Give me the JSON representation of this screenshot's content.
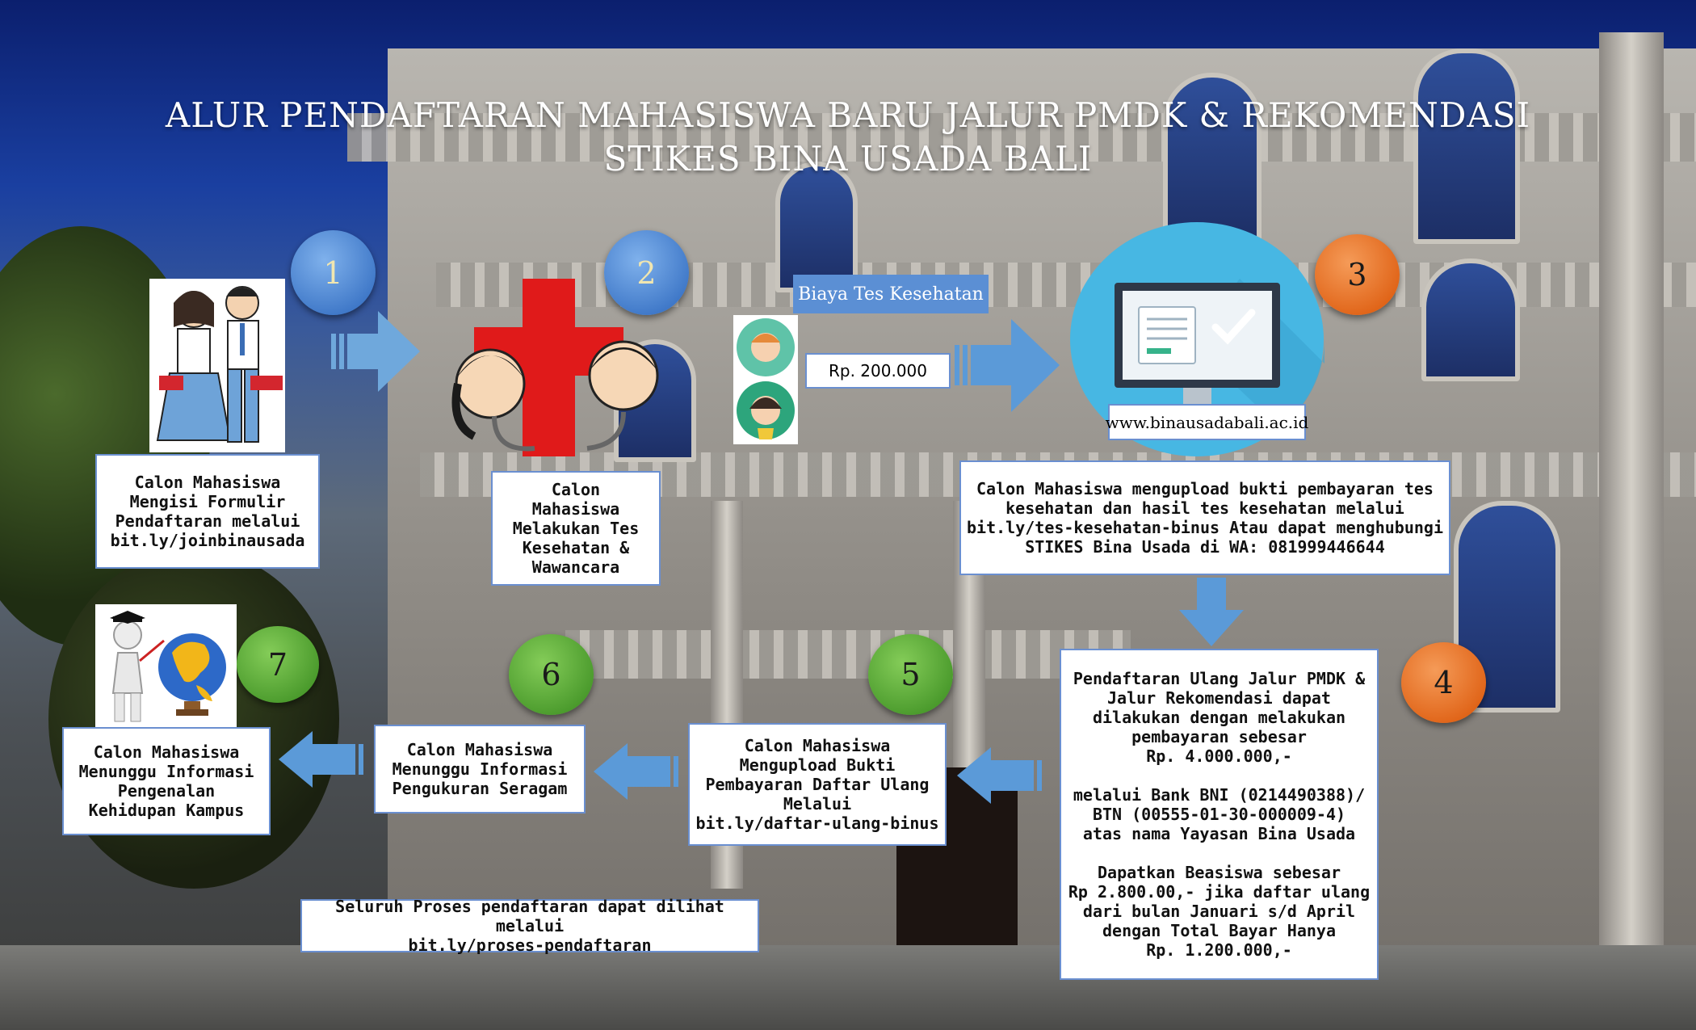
{
  "title": {
    "line1": "ALUR PENDAFTARAN MAHASISWA BARU JALUR PMDK & REKOMENDASI",
    "line2": "STIKES BINA USADA BALI"
  },
  "steps": [
    {
      "number": "1",
      "text": "Calon Mahasiswa\nMengisi Formulir\nPendaftaran melalui\nbit.ly/joinbinausada"
    },
    {
      "number": "2",
      "text": "Calon\nMahasiswa\nMelakukan Tes\nKesehatan &\nWawancara"
    },
    {
      "number": "3",
      "text": "Calon Mahasiswa mengupload bukti pembayaran tes\nkesehatan dan hasil tes kesehatan melalui\nbit.ly/tes-kesehatan-binus Atau dapat menghubungi\nSTIKES Bina Usada di WA: 081999446644"
    },
    {
      "number": "4",
      "text": "Pendaftaran Ulang Jalur PMDK &\nJalur Rekomendasi dapat\ndilakukan dengan melakukan\npembayaran sebesar\nRp. 4.000.000,-\n\nmelalui Bank BNI (0214490388)/\nBTN (00555-01-30-000009-4)\natas nama Yayasan Bina Usada\n\nDapatkan Beasiswa sebesar\nRp 2.800.00,- jika daftar ulang\ndari bulan Januari s/d April\ndengan Total Bayar Hanya\nRp. 1.200.000,-"
    },
    {
      "number": "5",
      "text": "Calon Mahasiswa\nMengupload Bukti\nPembayaran Daftar Ulang\nMelalui\nbit.ly/daftar-ulang-binus"
    },
    {
      "number": "6",
      "text": "Calon Mahasiswa\nMenunggu Informasi\nPengukuran Seragam"
    },
    {
      "number": "7",
      "text": "Calon Mahasiswa\nMenunggu Informasi\nPengenalan\nKehidupan Kampus"
    }
  ],
  "health_fee": {
    "label": "Biaya Tes Kesehatan",
    "amount": "Rp. 200.000"
  },
  "website": "www.binausadabali.ac.id",
  "footer_note": "Seluruh Proses pendaftaran dapat dilihat melalui\nbit.ly/proses-pendaftaran",
  "colors": {
    "step_blue": "#3f78c8",
    "step_orange": "#e06418",
    "step_green": "#4a9a2c",
    "arrow": "#5b9ad8",
    "box_border": "#6a8fd0"
  },
  "icons": [
    "students-icon",
    "health-check-icon",
    "avatars-icon",
    "computer-checkmark-icon",
    "graduate-globe-icon"
  ]
}
